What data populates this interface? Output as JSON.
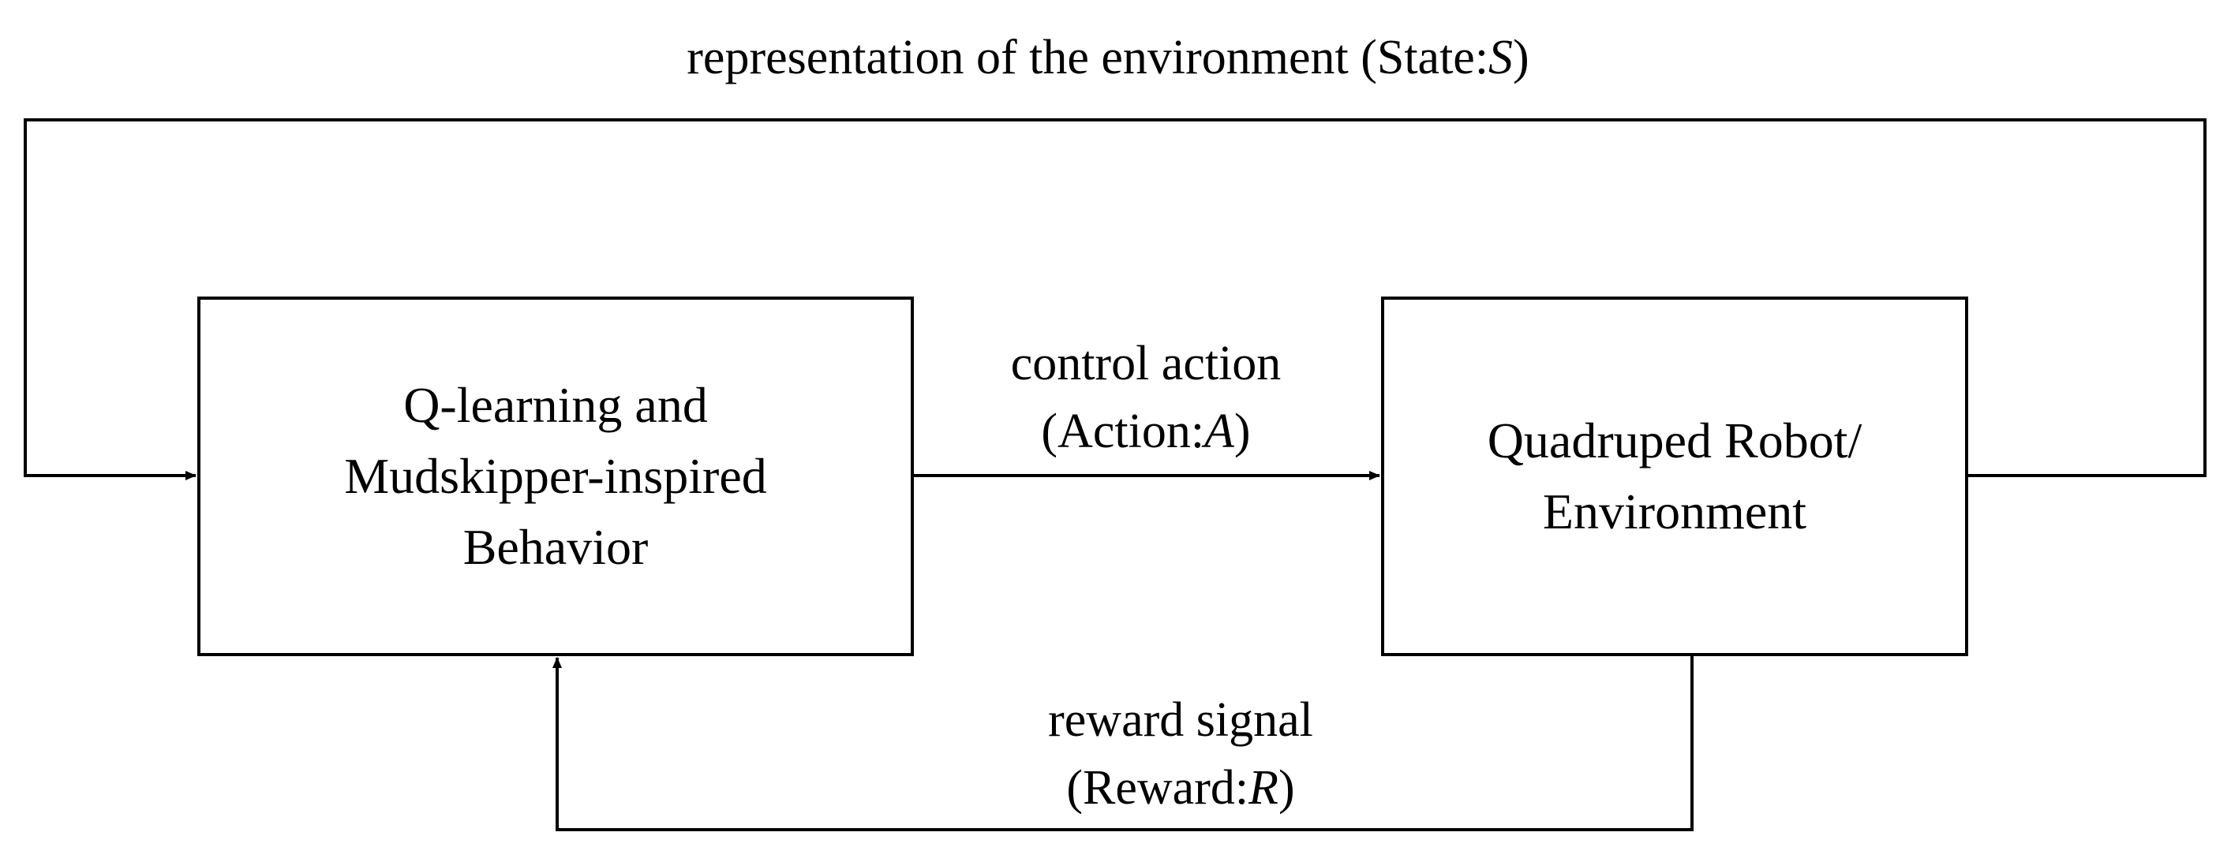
{
  "diagram": {
    "top_label": {
      "prefix": "representation of the environment (State:",
      "var": "S",
      "suffix": ")"
    },
    "left_box": {
      "lines": [
        "Q-learning and",
        "Mudskipper-inspired",
        "Behavior"
      ]
    },
    "right_box": {
      "lines": [
        "Quadruped Robot/",
        "Environment"
      ]
    },
    "action_label": {
      "line1": "control action",
      "prefix": "(Action:",
      "var": "A",
      "suffix": ")"
    },
    "reward_label": {
      "line1": "reward signal",
      "prefix": "(Reward:",
      "var": "R",
      "suffix": ")"
    },
    "colors": {
      "stroke": "#000000",
      "background": "#ffffff"
    }
  }
}
